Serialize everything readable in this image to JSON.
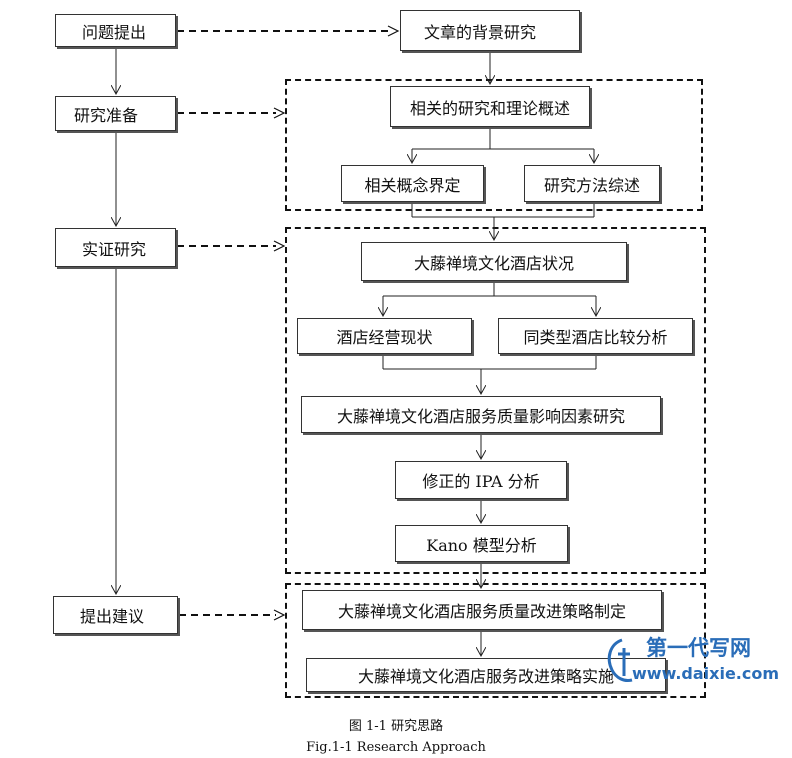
{
  "stages": {
    "s1": "问题提出",
    "s2": "研究准备",
    "s3": "实证研究",
    "s4": "提出建议"
  },
  "boxes": {
    "background": "文章的背景研究",
    "review": "相关的研究和理论概述",
    "concepts": "相关概念界定",
    "methods": "研究方法综述",
    "status": "大藤禅境文化酒店状况",
    "operation": "酒店经营现状",
    "compare": "同类型酒店比较分析",
    "factors": "大藤禅境文化酒店服务质量影响因素研究",
    "ipa": "修正的 IPA 分析",
    "kano": "Kano 模型分析",
    "strategy": "大藤禅境文化酒店服务质量改进策略制定",
    "implement": "大藤禅境文化酒店服务改进策略实施"
  },
  "caption": {
    "cn": "图 1-1  研究思路",
    "en": "Fig.1-1  Research  Approach"
  },
  "watermark": {
    "name": "第一代写网",
    "url": "www.daixie.com",
    "color": "#2a6db8"
  }
}
